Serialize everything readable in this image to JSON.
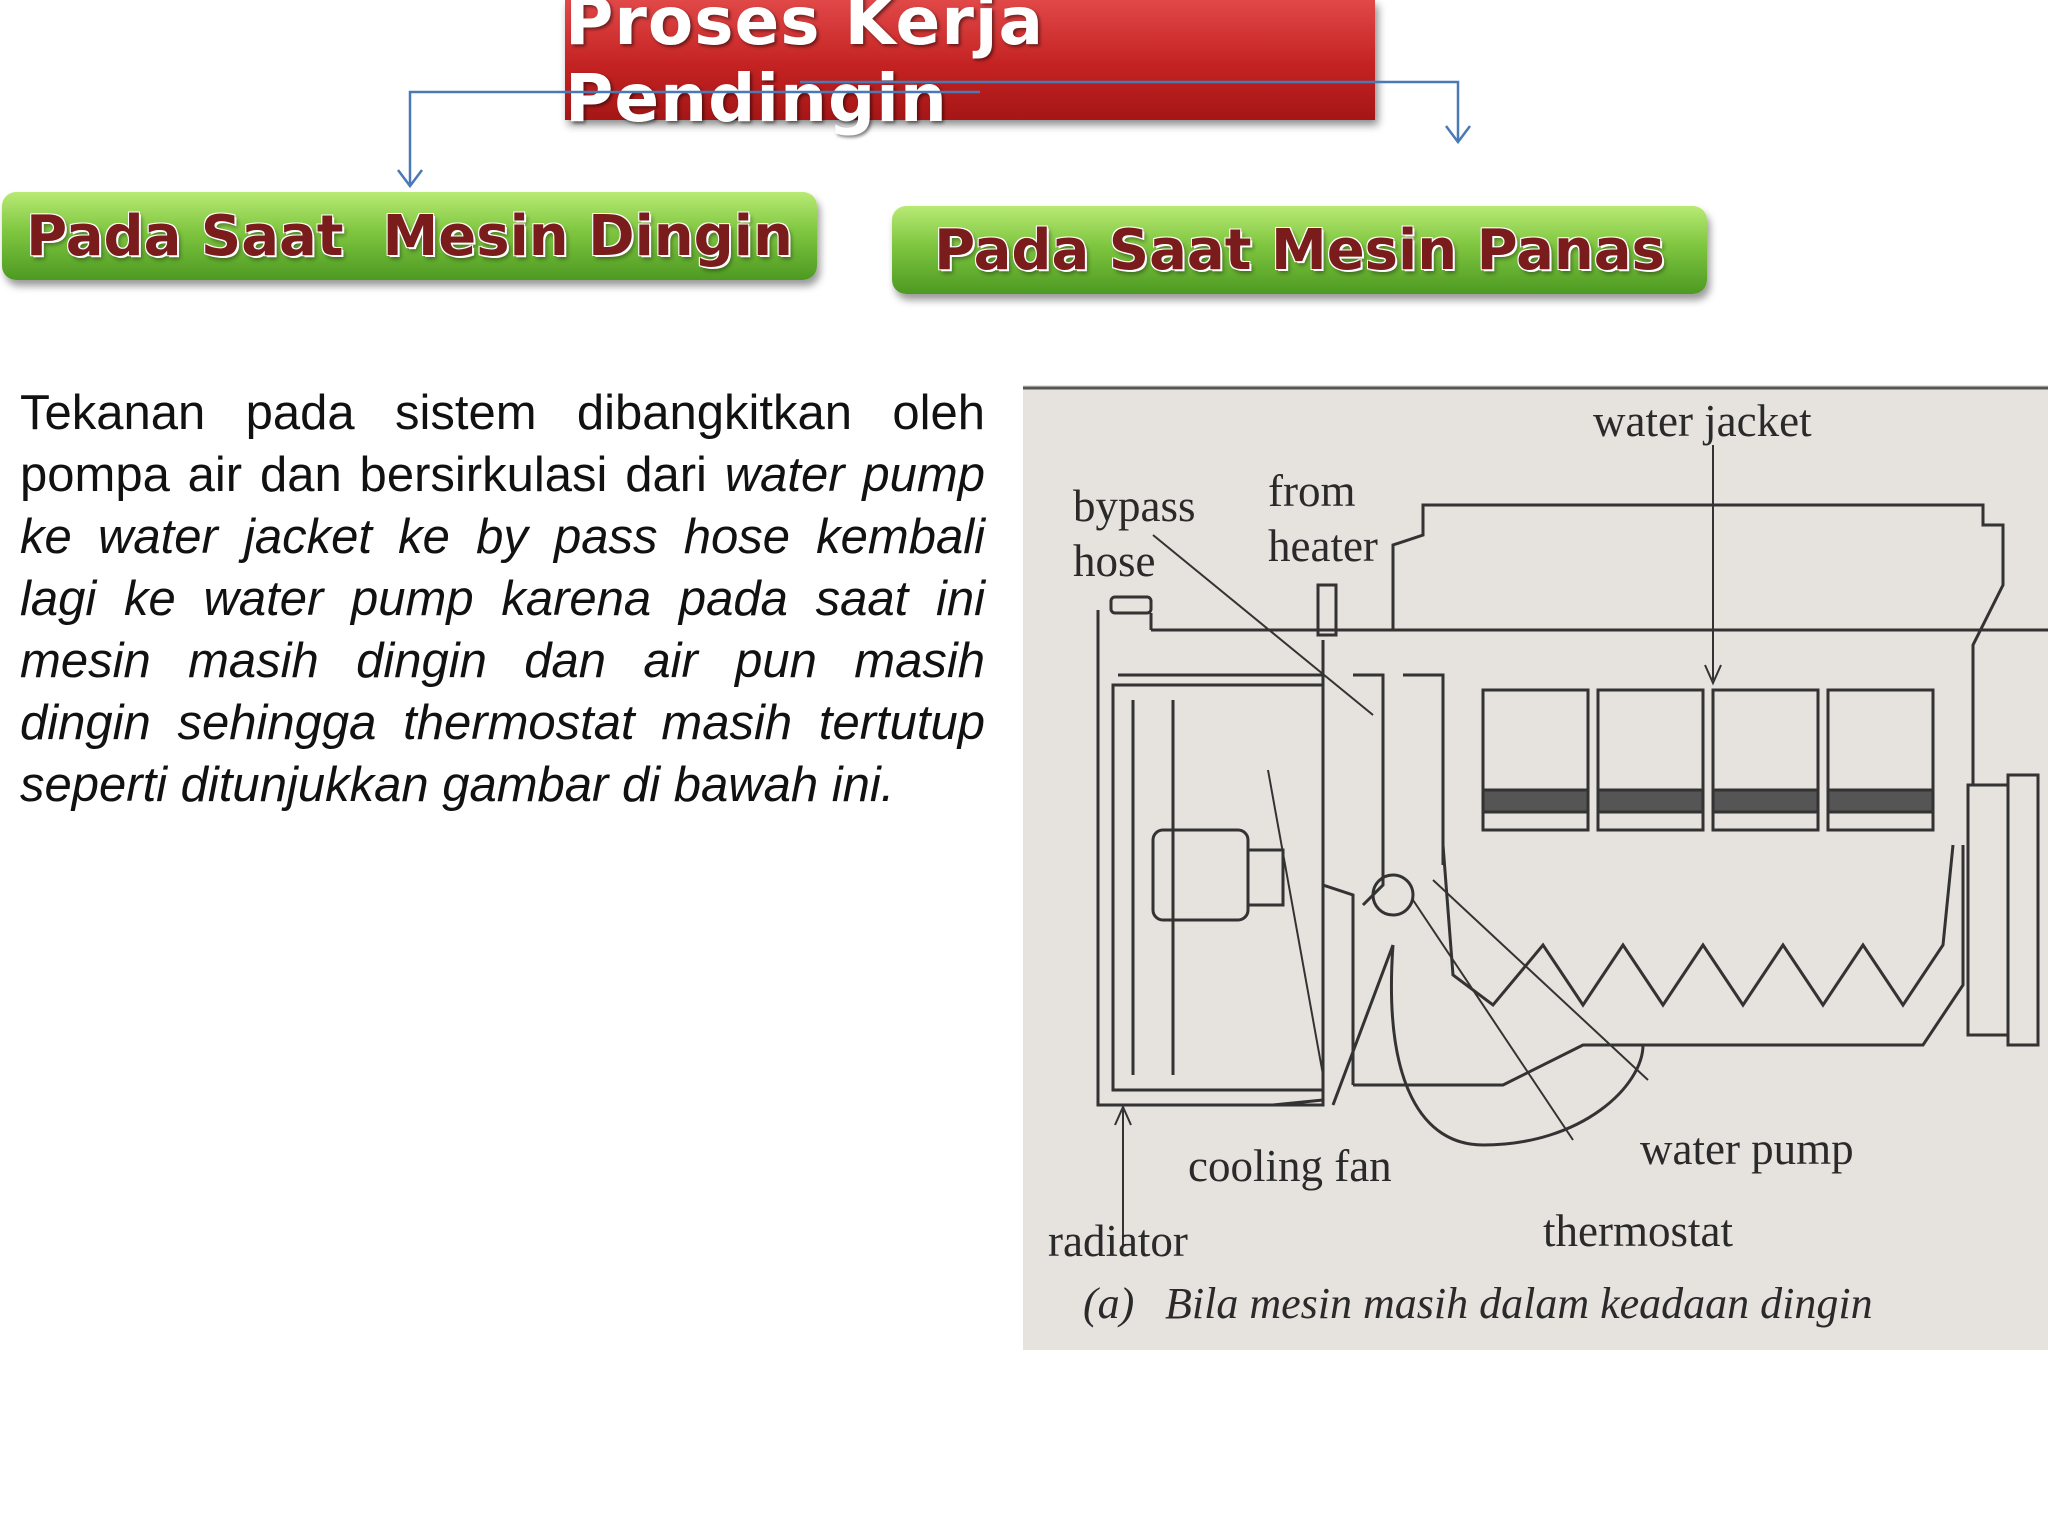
{
  "title": "Proses Kerja Pendingin",
  "branches": {
    "cold": "Pada Saat  Mesin Dingin",
    "hot": "Pada Saat Mesin Panas"
  },
  "description": {
    "part1": "Tekanan pada sistem dibangkitkan oleh pompa air dan bersirkulasi dari ",
    "part2_italic": "water pump ke water jacket ke by pass hose kembali lagi ke water pump karena pada saat ini mesin masih dingin dan air pun masih dingin sehingga thermostat masih tertutup seperti ditunjukkan gambar di bawah ini."
  },
  "diagram": {
    "labels": {
      "water_jacket": "water jacket",
      "bypass": "bypass",
      "hose": "hose",
      "from": "from",
      "heater": "heater",
      "cooling_fan": "cooling fan",
      "water_pump": "water pump",
      "radiator": "radiator",
      "thermostat": "thermostat"
    },
    "caption_marker": "(a)",
    "caption": "Bila mesin masih dalam keadaan dingin"
  },
  "colors": {
    "title_red": "#c42222",
    "branch_green": "#7fc640",
    "branch_text": "#7a1c1c",
    "connector_blue": "#4a7ab5"
  }
}
